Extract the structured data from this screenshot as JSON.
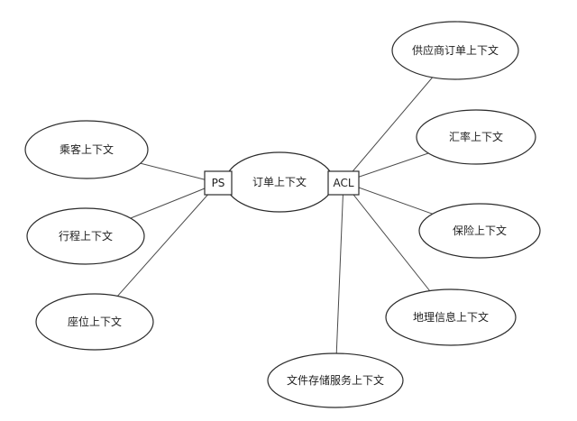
{
  "diagram": {
    "title": "",
    "colors": {
      "background": "#ffffff",
      "shape_fill": "#ffffff",
      "stroke": "#2b2b2b",
      "edge": "#4a4a4a",
      "text": "#1f1f1f"
    },
    "center": {
      "label": "订单上下文"
    },
    "ps": {
      "label": "PS"
    },
    "acl": {
      "label": "ACL"
    },
    "left_nodes": [
      {
        "label": "乘客上下文"
      },
      {
        "label": "行程上下文"
      },
      {
        "label": "座位上下文"
      }
    ],
    "right_nodes": [
      {
        "label": "供应商订单上下文"
      },
      {
        "label": "汇率上下文"
      },
      {
        "label": "保险上下文"
      },
      {
        "label": "地理信息上下文"
      },
      {
        "label": "文件存储服务上下文"
      }
    ]
  }
}
